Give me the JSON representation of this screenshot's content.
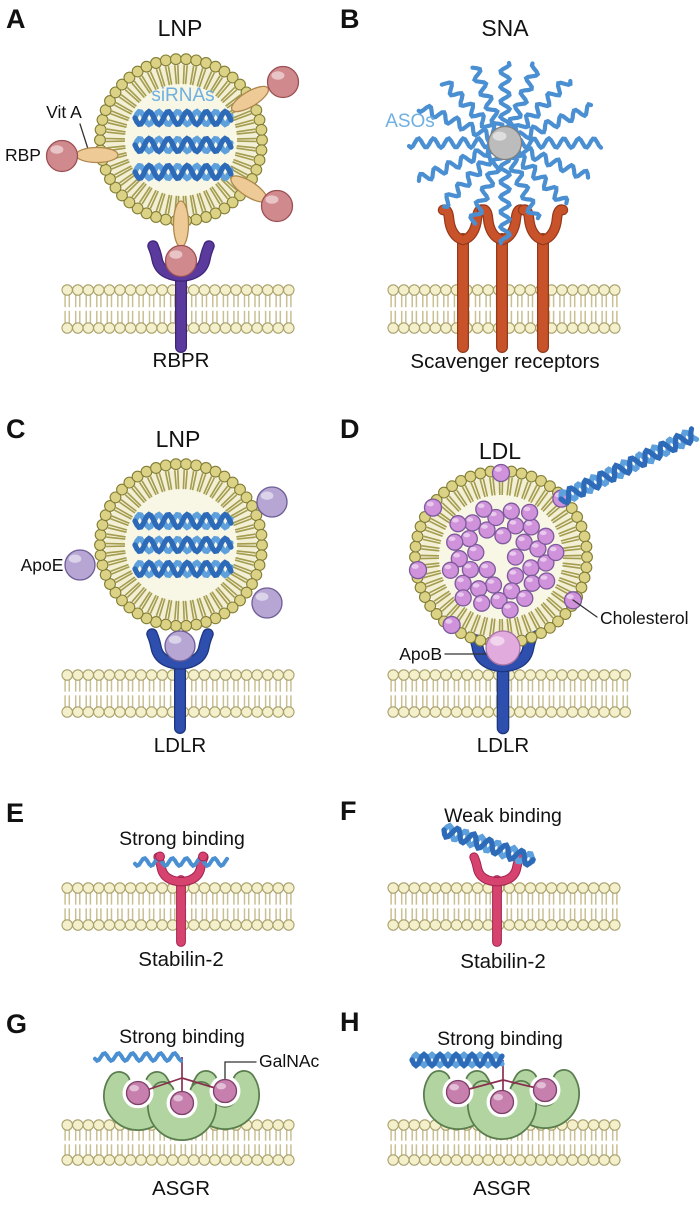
{
  "figure": {
    "panels": {
      "a": {
        "letter": "A",
        "title": "LNP",
        "cargo_label": "siRNAs",
        "ligand_label": "Vit A",
        "protein_label": "RBP",
        "receptor_label": "RBPR"
      },
      "b": {
        "letter": "B",
        "title": "SNA",
        "cargo_label": "ASOs",
        "receptor_label": "Scavenger receptors"
      },
      "c": {
        "letter": "C",
        "title": "LNP",
        "protein_label": "ApoE",
        "receptor_label": "LDLR"
      },
      "d": {
        "letter": "D",
        "title": "LDL",
        "lipid_label": "Cholesterol",
        "protein_label": "ApoB",
        "receptor_label": "LDLR"
      },
      "e": {
        "letter": "E",
        "binding_label": "Strong binding",
        "receptor_label": "Stabilin-2"
      },
      "f": {
        "letter": "F",
        "binding_label": "Weak binding",
        "receptor_label": "Stabilin-2"
      },
      "g": {
        "letter": "G",
        "binding_label": "Strong binding",
        "ligand_label": "GalNAc",
        "receptor_label": "ASGR"
      },
      "h": {
        "letter": "H",
        "binding_label": "Strong binding",
        "receptor_label": "ASGR"
      }
    },
    "colors": {
      "background": "#ffffff",
      "text": "#111111",
      "pointer": "#333333",
      "membrane_head": "#f4f0cc",
      "membrane_head_outline": "#a9a06b",
      "membrane_tail": "#cabf92",
      "lipid_bead": "#dbd285",
      "lipid_bead_outline": "#837d35",
      "lipid_tail": "#a49c4e",
      "particle_interior": "#f2efd5",
      "particle_interior_light": "#f8f6e4",
      "nucleic_dark": "#2d6ab8",
      "nucleic_light": "#5ea0dc",
      "nucleic_strand": "#4a8fd2",
      "nucleic_acid_label": "#6fb0e0",
      "rbp": "#d0898c",
      "rbp_outline": "#9b5054",
      "vitamin_a": "#eeca96",
      "vitamin_a_outline": "#ae884d",
      "rbpr": "#5b3a9e",
      "rbpr_dark": "#3f2576",
      "sna_core": "#bcbcbc",
      "sna_core_outline": "#7e7e7e",
      "scavenger": "#c8532b",
      "scavenger_dark": "#96381a",
      "apoe": "#b7a6d4",
      "apoe_outline": "#6d5d95",
      "ldlr": "#2e4fae",
      "ldlr_dark": "#1c357e",
      "cholesterol": "#d092da",
      "cholesterol_outline": "#7c5a9c",
      "apob": "#e2abdd",
      "apob_outline": "#a671a4",
      "stabilin": "#d6436f",
      "stabilin_dark": "#a32350",
      "asgr": "#b2d4a0",
      "asgr_dark": "#5a7d4e",
      "galnac": "#c77fae",
      "galnac_outline": "#7d3f66",
      "connector": "#8b2f4f"
    }
  }
}
